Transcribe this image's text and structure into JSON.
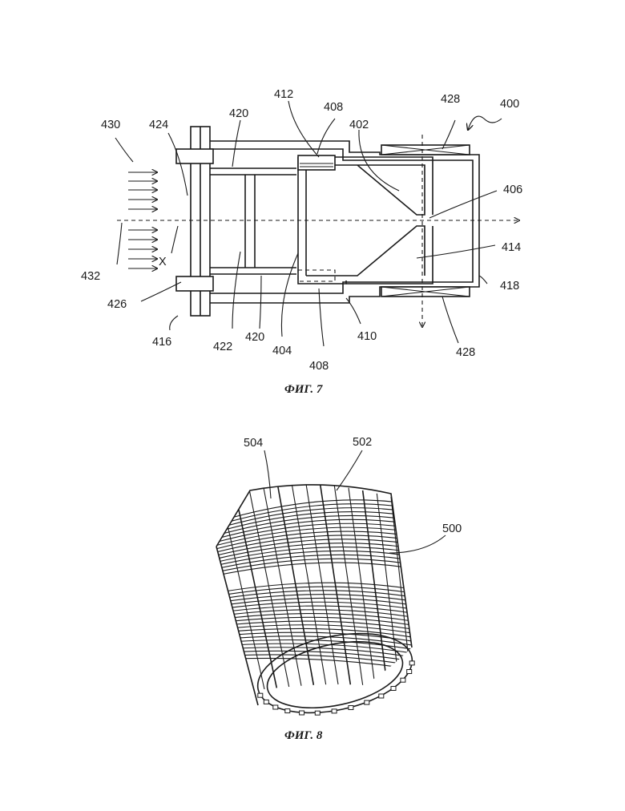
{
  "figure7": {
    "caption": "ФИГ. 7",
    "labels": {
      "l400": "400",
      "l402": "402",
      "l404": "404",
      "l406": "406",
      "l408a": "408",
      "l408b": "408",
      "l410": "410",
      "l412": "412",
      "l414": "414",
      "l416": "416",
      "l418": "418",
      "l420a": "420",
      "l420b": "420",
      "l422": "422",
      "l424": "424",
      "l426": "426",
      "l428a": "428",
      "l428b": "428",
      "l430": "430",
      "l432": "432",
      "axis": "X"
    }
  },
  "figure8": {
    "caption": "ФИГ. 8",
    "labels": {
      "l500": "500",
      "l502": "502",
      "l504": "504"
    }
  }
}
